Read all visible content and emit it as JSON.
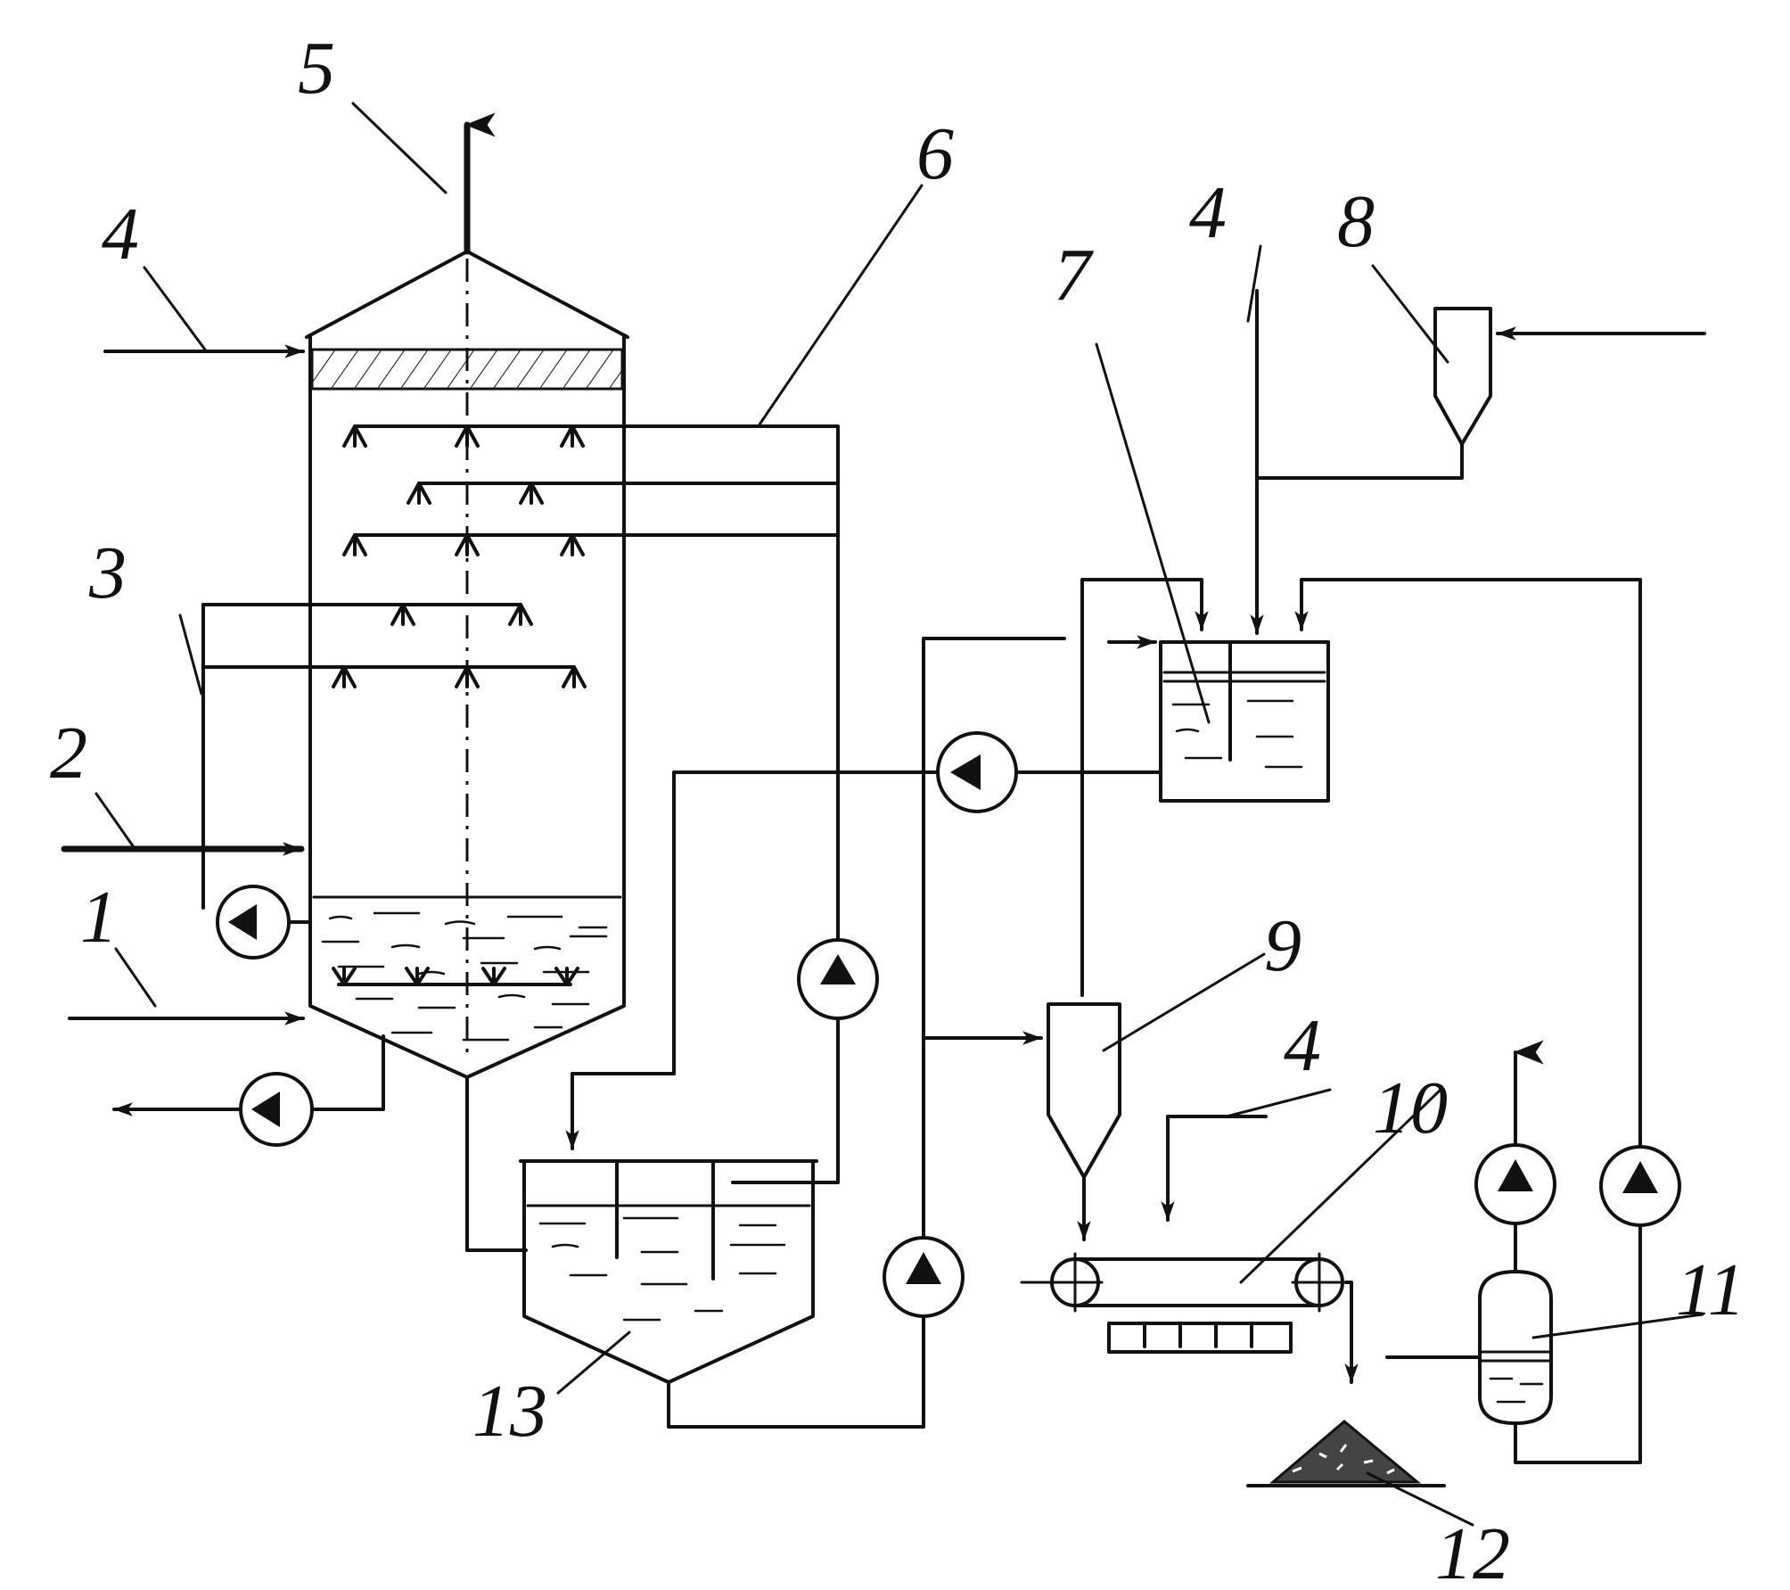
{
  "labels": {
    "l1": "1",
    "l2": "2",
    "l3": "3",
    "l4a": "4",
    "l4b": "4",
    "l4c": "4",
    "l5": "5",
    "l6": "6",
    "l7": "7",
    "l8": "8",
    "l9": "9",
    "l10": "10",
    "l11": "11",
    "l12": "12",
    "l13": "13"
  },
  "colors": {
    "ink": "#111111",
    "paper": "#ffffff"
  }
}
